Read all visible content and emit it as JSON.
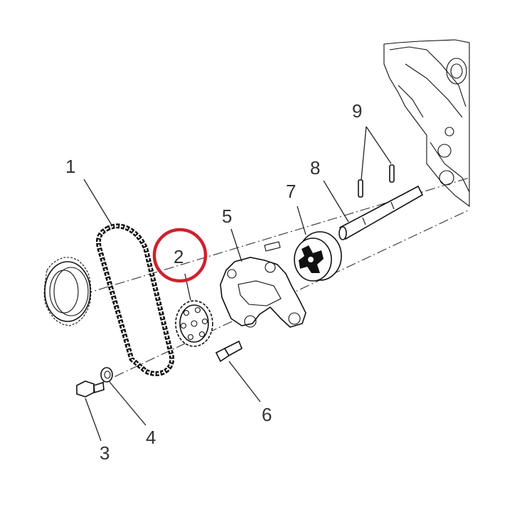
{
  "diagram": {
    "highlight_color": "#d0202c",
    "highlighted_part": "2",
    "callouts": [
      {
        "id": "1",
        "text": "1"
      },
      {
        "id": "2",
        "text": "2"
      },
      {
        "id": "3",
        "text": "3"
      },
      {
        "id": "4",
        "text": "4"
      },
      {
        "id": "5",
        "text": "5"
      },
      {
        "id": "6",
        "text": "6"
      },
      {
        "id": "7",
        "text": "7"
      },
      {
        "id": "8",
        "text": "8"
      },
      {
        "id": "9",
        "text": "9"
      }
    ]
  }
}
